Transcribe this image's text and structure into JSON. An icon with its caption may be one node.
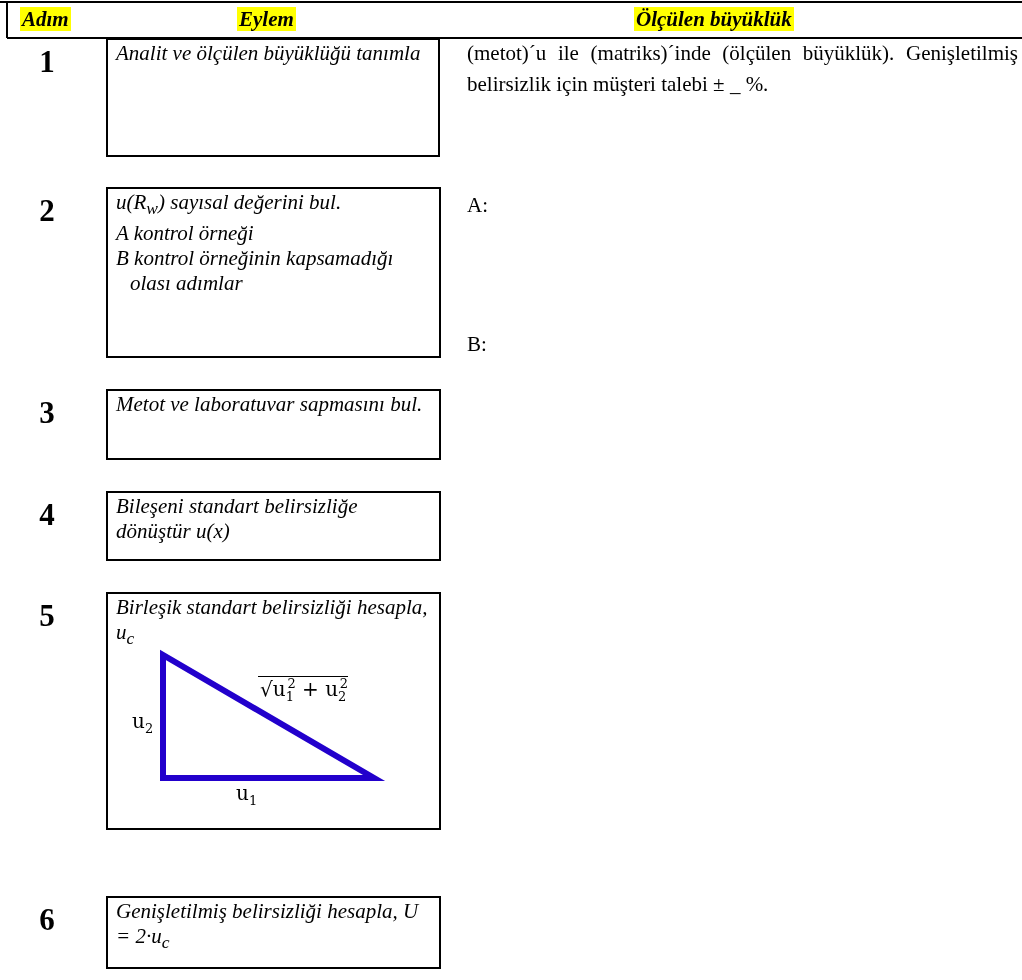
{
  "diagram": {
    "nodes": [
      {
        "text": [
          "Analit ve ölçülen büyüklüğü tanımla"
        ],
        "beside": [
          "1"
        ]
      },
      {
        "text": [
          "u(R$_{w}$) sayısal değerini bul.",
          "A kontrol örneği",
          "B kontrol örneğinin kapsamadığı olası adımlar"
        ],
        "beside": [
          "2"
        ]
      },
      {
        "text": [
          "Metot ve laboratuvar sapmasını bul."
        ],
        "beside": [
          "3"
        ]
      },
      {
        "text": [
          "Bileşeni standart belirsizliğe dönüştür u(x)"
        ],
        "beside": [
          "4"
        ]
      },
      {
        "text": [
          "Birleşik standart belirsizliği hesapla, u$_{c}$"
        ],
        "beside": [
          "5"
        ]
      },
      {
        "text": [
          "Genişletilmiş belirsizliği hesapla, U = 2·u$_{c}$"
        ],
        "beside": [
          "6"
        ]
      }
    ],
    "labels": [
      "Adım",
      "Eylem",
      "Ölçülen büyüklük",
      "(metot)´u ile (matriks)´inde (ölçülen büyüklük). Genişletilmiş belirsizlik için müşteri talebi ± _ %.",
      "A:",
      "B:",
      "√u$_{1}$$^{2}$ + u$_{2}$$^{2}$",
      "u$_{2}$",
      "u$_{1}$"
    ]
  }
}
